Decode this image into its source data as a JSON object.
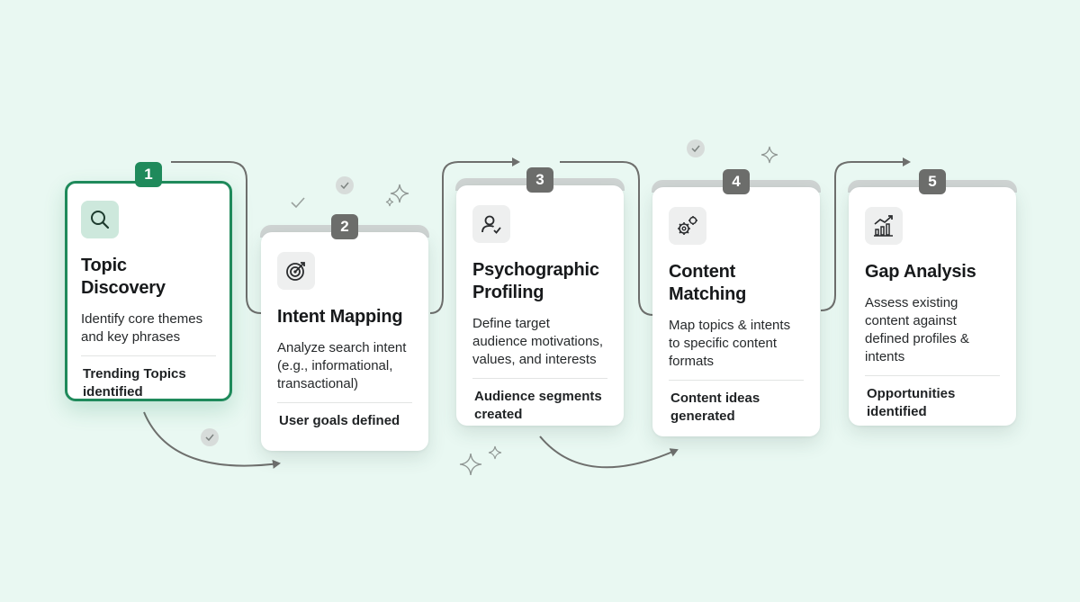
{
  "steps": [
    {
      "number": "1",
      "title": "Topic Discovery",
      "description": "Identify core themes and key phrases",
      "outcome": "Trending Topics identified",
      "icon": "search-icon",
      "active": true
    },
    {
      "number": "2",
      "title": "Intent Mapping",
      "description": "Analyze search intent (e.g., informational, transactional)",
      "outcome": "User goals defined",
      "icon": "target-icon",
      "active": false
    },
    {
      "number": "3",
      "title": "Psychographic Profiling",
      "description": "Define target audience motivations, values, and interests",
      "outcome": "Audience segments created",
      "icon": "user-check-icon",
      "active": false
    },
    {
      "number": "4",
      "title": "Content Matching",
      "description": "Map topics & intents to specific content formats",
      "outcome": "Content ideas generated",
      "icon": "gears-icon",
      "active": false
    },
    {
      "number": "5",
      "title": "Gap Analysis",
      "description": "Assess existing content against defined profiles & intents",
      "outcome": "Opportunities identified",
      "icon": "bar-chart-growth-icon",
      "active": false
    }
  ],
  "colors": {
    "background": "#e9f8f2",
    "accent": "#1f8a5b",
    "badge": "#6c6d6b",
    "connector": "#6e6f6d"
  }
}
